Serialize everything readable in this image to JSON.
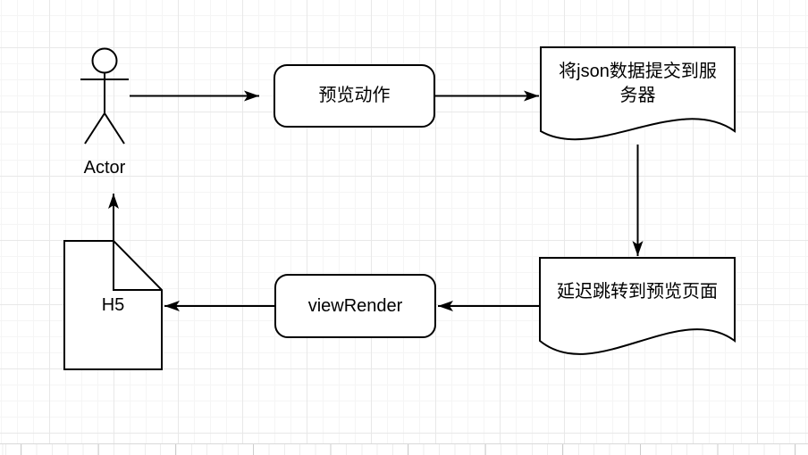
{
  "canvas": {
    "background": "#ffffff",
    "grid_minor_color": "#f5f5f5",
    "grid_major_color": "#e8e8e8",
    "shape_fill": "#ffffff",
    "stroke_color": "#000000",
    "text_color": "#000000"
  },
  "diagram": {
    "actor": {
      "id": "actor",
      "type": "stick-figure",
      "label": "Actor"
    },
    "nodes": [
      {
        "id": "preview-action",
        "type": "rounded-rectangle",
        "label": "预览动作"
      },
      {
        "id": "submit-json-to-server",
        "type": "document",
        "label": "将json数据提交到服务器"
      },
      {
        "id": "delayed-redirect-to-preview",
        "type": "document",
        "label": "延迟跳转到预览页面"
      },
      {
        "id": "view-render",
        "type": "rounded-rectangle",
        "label": "viewRender"
      },
      {
        "id": "h5-page",
        "type": "note",
        "label": "H5"
      }
    ],
    "edges": [
      {
        "from": "actor",
        "to": "preview-action",
        "direction": "right"
      },
      {
        "from": "preview-action",
        "to": "submit-json-to-server",
        "direction": "right"
      },
      {
        "from": "submit-json-to-server",
        "to": "delayed-redirect-to-preview",
        "direction": "down"
      },
      {
        "from": "delayed-redirect-to-preview",
        "to": "view-render",
        "direction": "left"
      },
      {
        "from": "view-render",
        "to": "h5-page",
        "direction": "left"
      },
      {
        "from": "h5-page",
        "to": "actor",
        "direction": "up"
      }
    ]
  }
}
